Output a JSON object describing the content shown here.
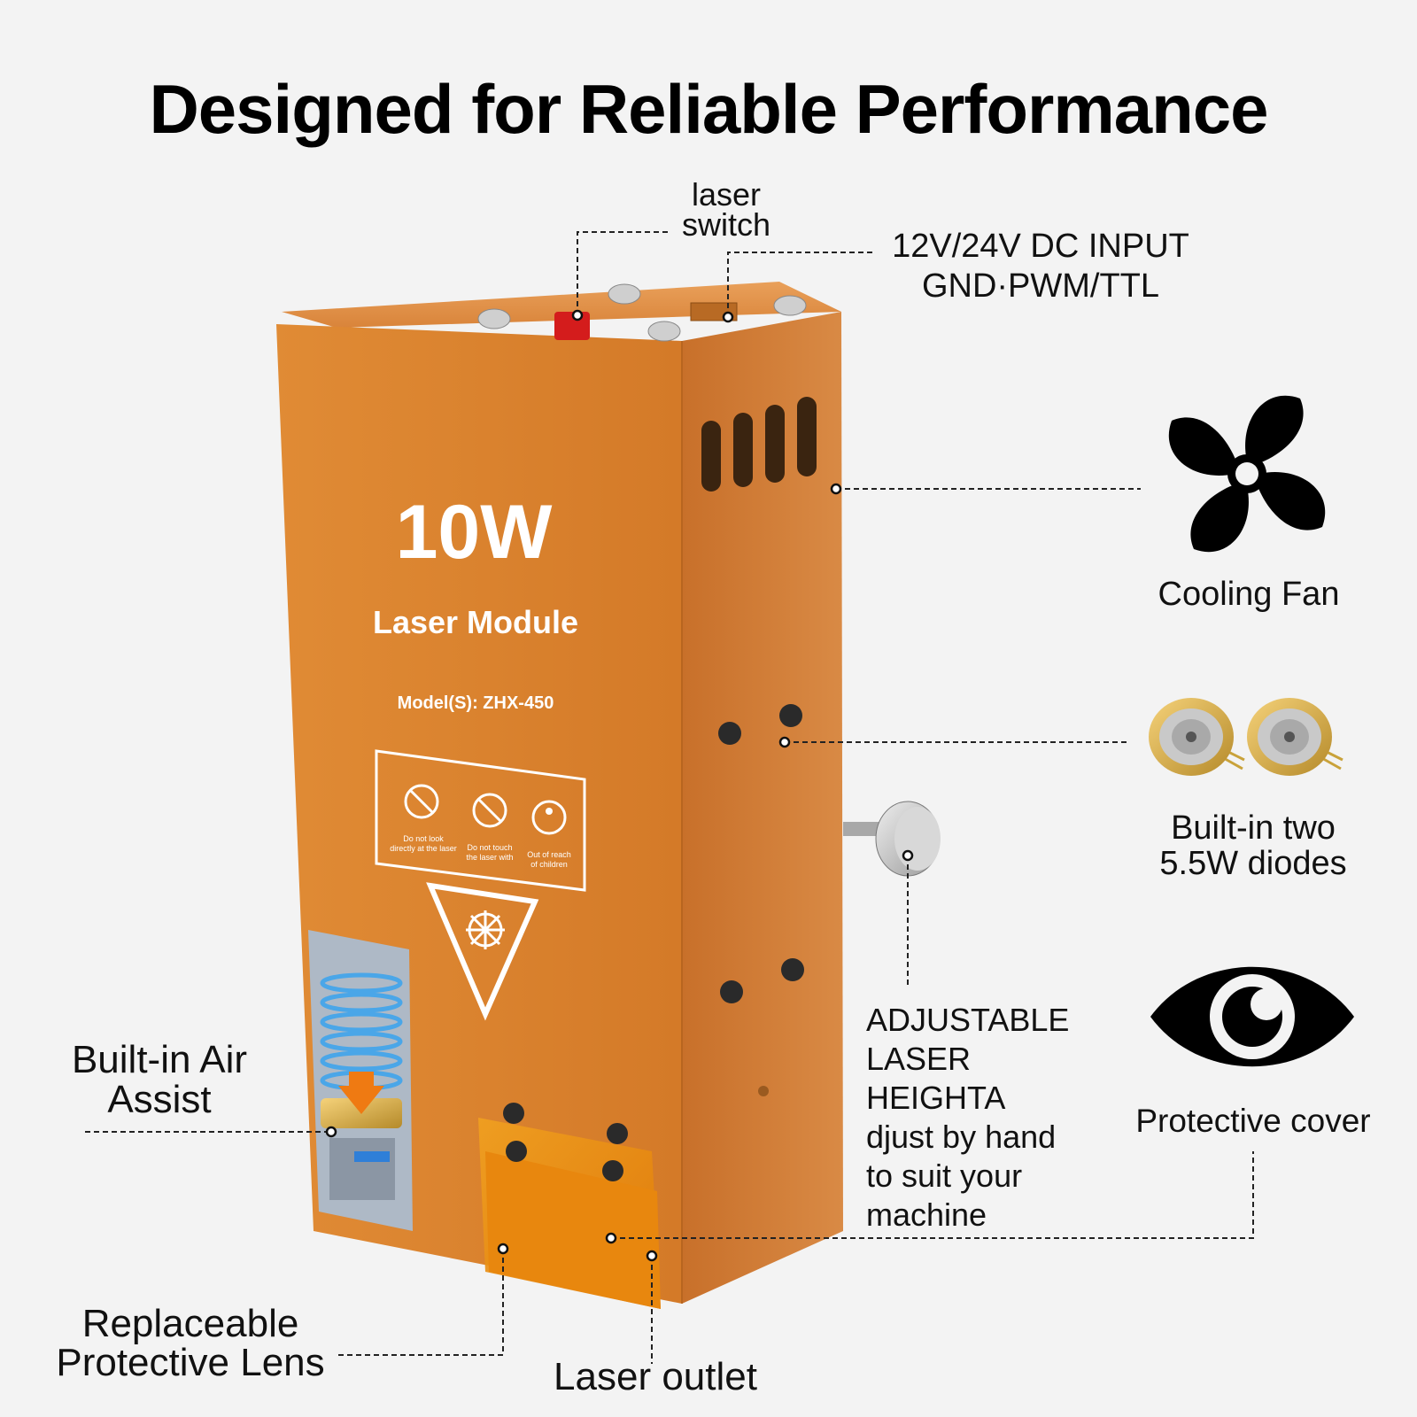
{
  "headline": "Designed for Reliable Performance",
  "product": {
    "power": "10W",
    "name": "Laser Module",
    "model": "Model(S): ZHX-450",
    "warnings": [
      {
        "icon": "no-look-icon",
        "text": [
          "Do not look",
          "directly at the laser"
        ]
      },
      {
        "icon": "no-touch-icon",
        "text": [
          "Do not touch",
          "the laser with"
        ]
      },
      {
        "icon": "child-icon",
        "text": [
          "Out of reach",
          "of children"
        ]
      }
    ],
    "body_color": "#d9802e"
  },
  "callouts": {
    "laser_switch": [
      "laser",
      "switch"
    ],
    "dc_input": [
      "12V/24V DC INPUT",
      "GND·PWM/TTL"
    ],
    "cooling_fan": "Cooling Fan",
    "diodes": [
      "Built-in two",
      "5.5W diodes"
    ],
    "adjustable": [
      "ADJUSTABLE",
      "LASER",
      "HEIGHTA",
      "djust by hand",
      "to suit your",
      "machine"
    ],
    "protective_cover": "Protective cover",
    "air_assist": [
      "Built-in Air",
      "Assist"
    ],
    "protective_lens": [
      "Replaceable",
      "Protective Lens"
    ],
    "laser_outlet": "Laser outlet"
  },
  "icons": {
    "fan": "fan-icon",
    "diode": "diode-icon",
    "eye": "eye-icon"
  }
}
